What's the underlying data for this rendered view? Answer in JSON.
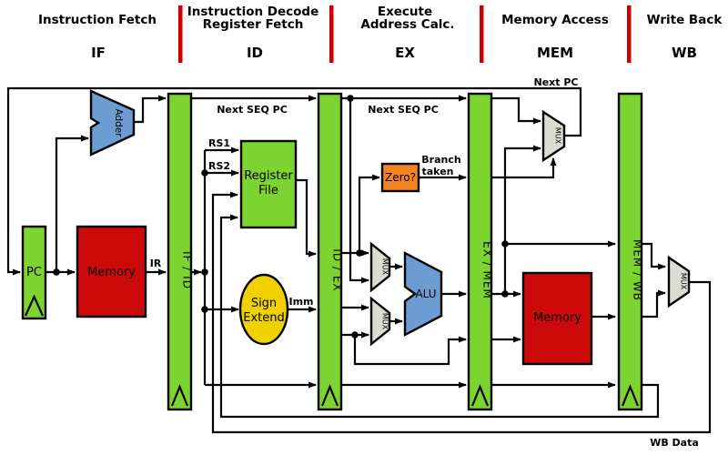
{
  "colors": {
    "register_green": "#7DD32F",
    "memory_red": "#CC0A0A",
    "alu_blue": "#6D9CD2",
    "sign_extend_yellow": "#EFD000",
    "zero_orange": "#F5831F",
    "mux_gray": "#DCDCD4",
    "separator_red": "#CC0000",
    "wire_black": "#000000"
  },
  "header": {
    "if": {
      "line1": "Instruction Fetch",
      "abbr": "IF"
    },
    "id": {
      "line1": "Instruction Decode",
      "line2": "Register Fetch",
      "abbr": "ID"
    },
    "ex": {
      "line1": "Execute",
      "line2": "Address Calc.",
      "abbr": "EX"
    },
    "mem": {
      "line1": "Memory Access",
      "abbr": "MEM"
    },
    "wb": {
      "line1": "Write Back",
      "abbr": "WB"
    }
  },
  "pipeline_registers": {
    "if_id": "IF / ID",
    "id_ex": "ID / EX",
    "ex_mem": "EX / MEM",
    "mem_wb": "MEM / WB"
  },
  "components": {
    "pc": "PC",
    "instruction_memory": "Memory",
    "adder": "Adder",
    "register_file_line1": "Register",
    "register_file_line2": "File",
    "sign_extend_line1": "Sign",
    "sign_extend_line2": "Extend",
    "zero_test": "Zero?",
    "alu": "ALU",
    "data_memory": "Memory",
    "mux": "MUX"
  },
  "wire_labels": {
    "next_pc": "Next PC",
    "next_seq_pc_id": "Next SEQ PC",
    "next_seq_pc_ex": "Next SEQ PC",
    "ir": "IR",
    "rs1": "RS1",
    "rs2": "RS2",
    "imm": "Imm",
    "branch_taken_line1": "Branch",
    "branch_taken_line2": "taken",
    "wb_data": "WB Data"
  }
}
